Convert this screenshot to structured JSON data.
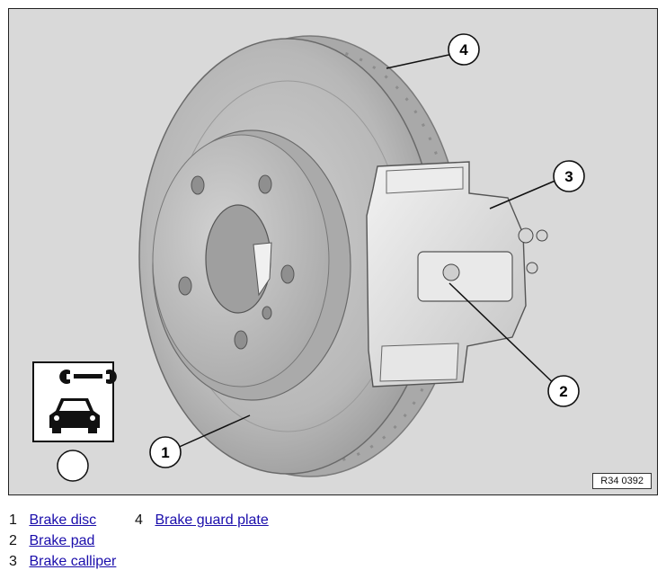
{
  "figure": {
    "reference": "R34 0392",
    "callouts": [
      {
        "number": "1"
      },
      {
        "number": "2"
      },
      {
        "number": "3"
      },
      {
        "number": "4"
      }
    ],
    "icon": "car-service-wrench-icon"
  },
  "legend": {
    "left": [
      {
        "number": "1",
        "label": "Brake disc"
      },
      {
        "number": "2",
        "label": "Brake pad"
      },
      {
        "number": "3",
        "label": "Brake calliper"
      }
    ],
    "right": [
      {
        "number": "4",
        "label": "Brake guard plate"
      }
    ]
  },
  "colors": {
    "background": "#d9d9d9",
    "link": "#1a0dab"
  }
}
